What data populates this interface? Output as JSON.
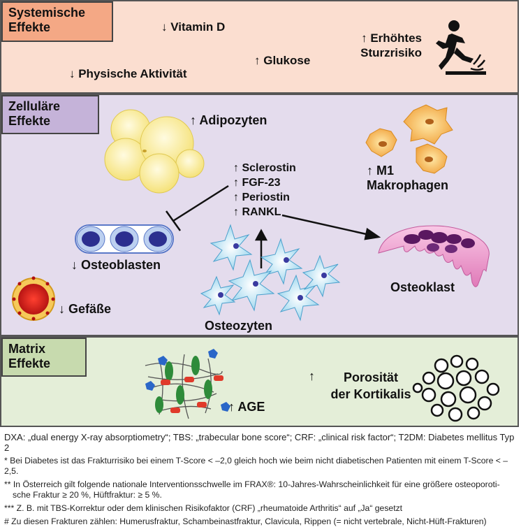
{
  "systemic": {
    "title_line1": "Systemische",
    "title_line2": "Effekte",
    "vitamin_d": "↓ Vitamin D",
    "glukose": "↑ Glukose",
    "physische_aktivitaet": "↓ Physische Aktivität",
    "sturzrisiko_line1": "↑ Erhöhtes",
    "sturzrisiko_line2": "Sturzrisiko"
  },
  "cellular": {
    "title_line1": "Zelluläre",
    "title_line2": "Effekte",
    "adipozyten": "↑ Adipozyten",
    "sclerostin": "↑ Sclerostin",
    "fgf23": "↑ FGF-23",
    "periostin": "↑ Periostin",
    "rankl": "↑ RANKL",
    "m1_line1": "↑ M1",
    "m1_line2": "Makrophagen",
    "osteoblasten": "↓ Osteoblasten",
    "osteoklast": "Osteoklast",
    "gefaesse": "↓ Gefäße",
    "osteozyten": "Osteozyten"
  },
  "matrix": {
    "title_line1": "Matrix",
    "title_line2": "Effekte",
    "age": "↑ AGE",
    "porositaet_arrow": "↑",
    "porositaet_line1": "Porosität",
    "porositaet_line2": "der Kortikalis"
  },
  "footnotes": {
    "f1": "DXA: „dual energy X-ray absorptiometry“; TBS: „trabecular bone score“; CRF: „clinical risk factor“; T2DM: Diabetes mellitus Typ 2",
    "f2_mark": "*",
    "f2": "Bei Diabetes ist das Frakturrisiko bei einem T-Score < –2,0 gleich hoch wie beim nicht diabetischen Patienten mit einem T-Score < –2,5.",
    "f3_mark": "**",
    "f3a": "In Österreich gilt folgende nationale Interventionsschwelle im FRAX®: 10-Jahres-Wahrscheinlichkeit für eine größere osteoporoti-",
    "f3b": "sche Fraktur ≥ 20 %, Hüftfraktur: ≥ 5 %.",
    "f4_mark": "***",
    "f4": "Z. B. mit TBS-Korrektur oder dem klinischen Risikofaktor (CRF) „rheumatoide Arthritis“ auf „Ja“ gesetzt",
    "f5_mark": "#",
    "f5": "Zu diesen Frakturen zählen: Humerusfraktur, Schambeinastfraktur, Clavicula, Rippen (= nicht vertebrale, Nicht-Hüft-Frakturen)"
  },
  "colors": {
    "systemic_bg": "#fbded0",
    "cellular_bg": "#e4dced",
    "matrix_bg": "#e4eed8"
  }
}
